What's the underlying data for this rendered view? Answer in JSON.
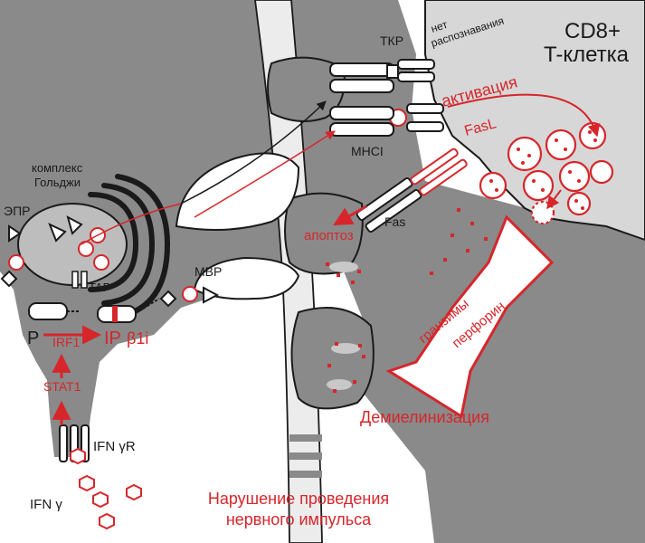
{
  "labels": {
    "cd8_line1": "CD8+",
    "cd8_line2": "T-клетка",
    "tcr": "ТКР",
    "no_recognition_line1": "нет",
    "no_recognition_line2": "распознавания",
    "activation": "активация",
    "mhci": "MHCI",
    "fasl": "FasL",
    "fas": "Fas",
    "apoptosis": "апоптоз",
    "golgi_line1": "комплекс",
    "golgi_line2": "Гольджи",
    "er": "ЭПР",
    "tap": "TAP",
    "mbp": "MBP",
    "p": "P",
    "irf1": "IRF1",
    "ip": "IP",
    "beta1i": "β1i",
    "stat1": "STAT1",
    "ifn_gamma_r": "IFN γR",
    "ifn_gamma": "IFN γ",
    "granzymes": "гранзимы",
    "perforin": "перфорин",
    "demyelination": "Демиелинизация",
    "impulse_line1": "Нарушение проведения",
    "impulse_line2": "нервного импульса"
  },
  "colors": {
    "cell_gray": "#8a8a8a",
    "tcell_gray": "#d7d7d7",
    "outline": "#1a1a1a",
    "accent_red": "#d6262b",
    "axon_light": "#ececec"
  }
}
